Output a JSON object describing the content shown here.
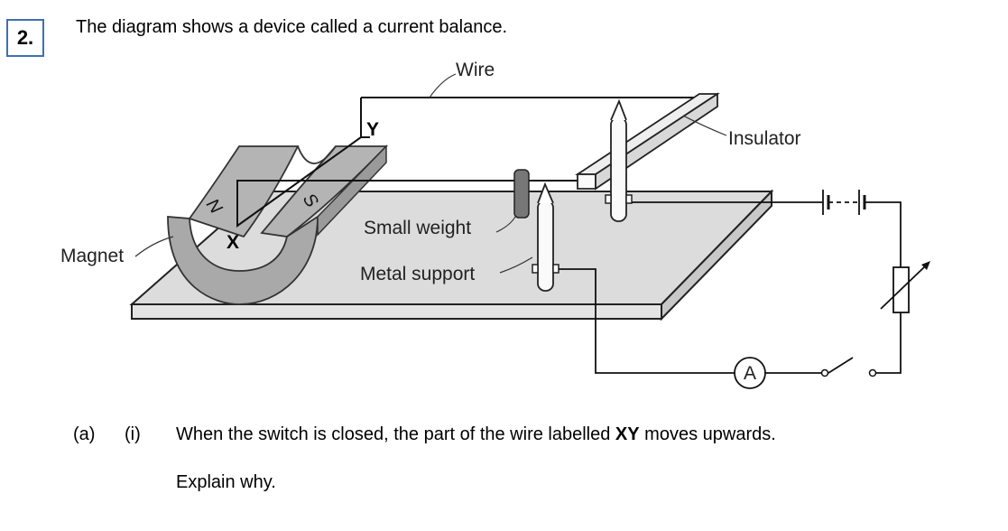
{
  "question": {
    "number": "2.",
    "intro": "The diagram shows a device called a current balance."
  },
  "diagram": {
    "labels": {
      "wire": "Wire",
      "y": "Y",
      "x": "X",
      "insulator": "Insulator",
      "magnet": "Magnet",
      "small_weight": "Small weight",
      "metal_support": "Metal support",
      "ammeter": "A",
      "north": "N",
      "south": "S"
    }
  },
  "part_a": {
    "label": "(a)",
    "sub_label": "(i)",
    "text_before": "When the switch is closed, the part of the wire labelled ",
    "text_bold": "XY",
    "text_after": " moves upwards.",
    "instruction": "Explain why."
  }
}
